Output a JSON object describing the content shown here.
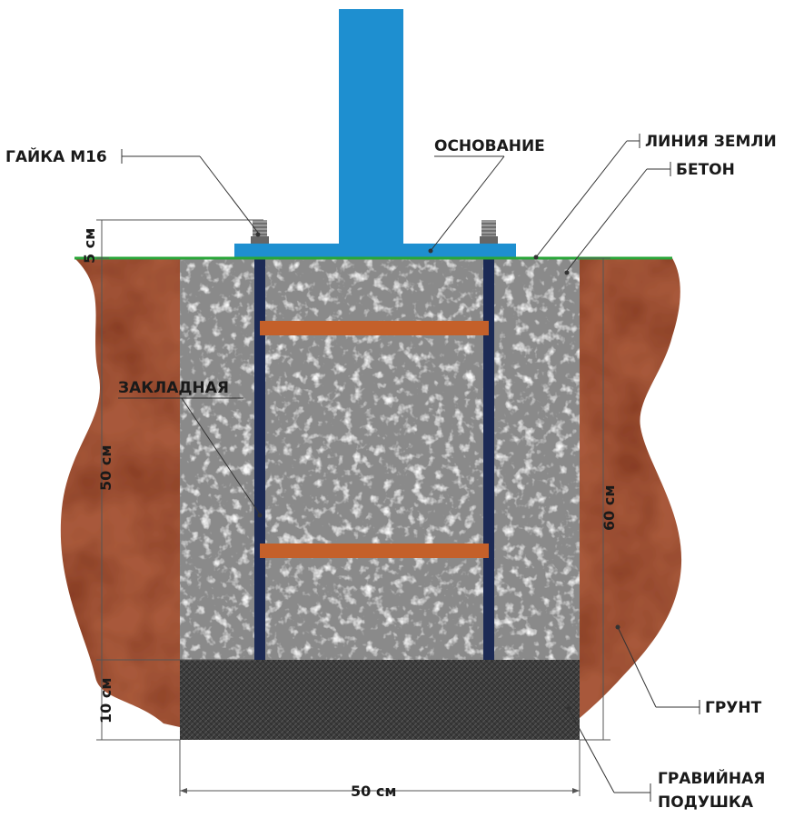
{
  "labels": {
    "nut": "ГАЙКА М16",
    "base": "ОСНОВАНИЕ",
    "ground_line": "ЛИНИЯ ЗЕМЛИ",
    "concrete": "БЕТОН",
    "embedded": "ЗАКЛАДНАЯ",
    "soil": "ГРУНТ",
    "gravel_line1": "ГРАВИЙНАЯ",
    "gravel_line2": "ПОДУШКА"
  },
  "dimensions": {
    "top": "5 см",
    "embed_depth": "50 см",
    "gravel": "10 см",
    "total_depth": "60 см",
    "width": "50 см"
  },
  "colors": {
    "post": "#1e8fd0",
    "soil": "#a8593a",
    "concrete": "#8a8a8a",
    "gravel": "#3a3a3a",
    "rod": "#1c2a55",
    "crossbar": "#c4602a",
    "ground_line": "#2aa63a"
  }
}
